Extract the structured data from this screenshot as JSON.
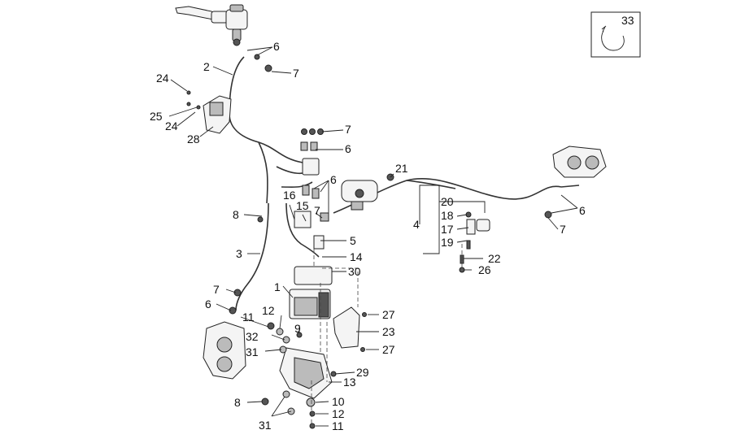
{
  "diagram": {
    "inset_label": "33",
    "callouts": {
      "c1": "1",
      "c2": "2",
      "c3": "3",
      "c4": "4",
      "c5": "5",
      "c6a": "6",
      "c6b": "6",
      "c6c": "6",
      "c6d": "6",
      "c6e": "6",
      "c7a": "7",
      "c7b": "7",
      "c7c": "7",
      "c7d": "7",
      "c7e": "7",
      "c8a": "8",
      "c8b": "8",
      "c9": "9",
      "c10": "10",
      "c11a": "11",
      "c11b": "11",
      "c12a": "12",
      "c12b": "12",
      "c13": "13",
      "c14": "14",
      "c15": "15",
      "c16": "16",
      "c17": "17",
      "c18": "18",
      "c19": "19",
      "c20": "20",
      "c21": "21",
      "c22": "22",
      "c23": "23",
      "c24a": "24",
      "c24b": "24",
      "c25": "25",
      "c26": "26",
      "c27a": "27",
      "c27b": "27",
      "c28": "28",
      "c29": "29",
      "c30": "30",
      "c31a": "31",
      "c31b": "31",
      "c32": "32"
    }
  }
}
